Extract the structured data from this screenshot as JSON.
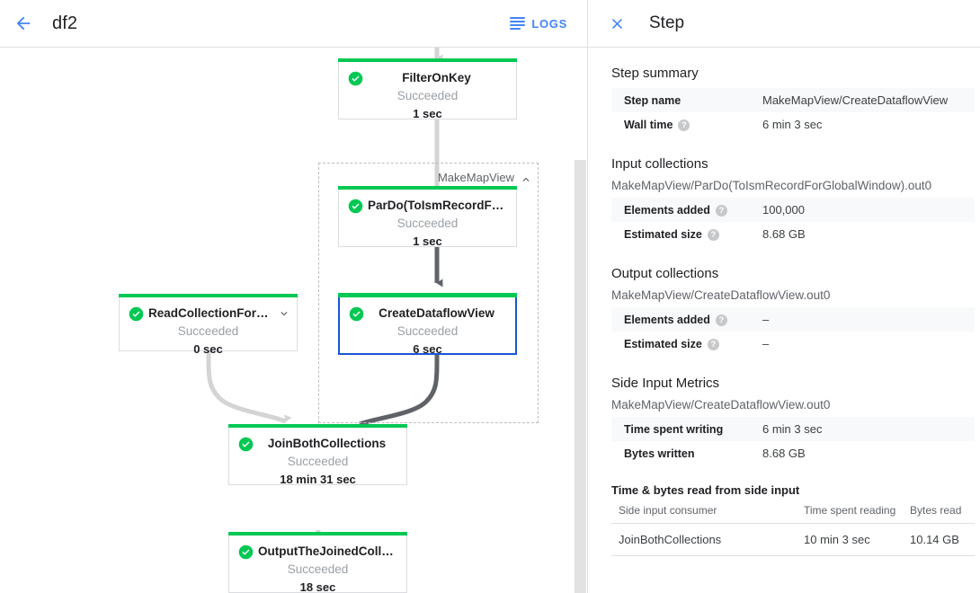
{
  "topbar": {
    "back_icon": "arrow-back-icon",
    "job_title": "df2",
    "logs_label": "LOGS",
    "logs_icon": "subject-lines-icon"
  },
  "graph": {
    "group": {
      "label": "MakeMapView",
      "caret_icon": "chevron-up-icon"
    },
    "nodes": [
      {
        "id": "filter-on-key",
        "name": "FilterOnKey",
        "status": "Succeeded",
        "duration": "1 sec",
        "status_icon": "check-circle-icon",
        "selected": false
      },
      {
        "id": "pardo-toismrecord",
        "name": "ParDo(ToIsmRecordFor…",
        "status": "Succeeded",
        "duration": "1 sec",
        "status_icon": "check-circle-icon",
        "selected": false
      },
      {
        "id": "create-dataflow-view",
        "name": "CreateDataflowView",
        "status": "Succeeded",
        "duration": "6 sec",
        "status_icon": "check-circle-icon",
        "selected": true
      },
      {
        "id": "read-collection-for-join",
        "name": "ReadCollectionForJoin",
        "status": "Succeeded",
        "duration": "0 sec",
        "status_icon": "check-circle-icon",
        "expander_icon": "chevron-down-icon",
        "selected": false
      },
      {
        "id": "join-both-collections",
        "name": "JoinBothCollections",
        "status": "Succeeded",
        "duration": "18 min 31 sec",
        "status_icon": "check-circle-icon",
        "selected": false
      },
      {
        "id": "output-the-joined-collection",
        "name": "OutputTheJoinedCollec…",
        "status": "Succeeded",
        "duration": "18 sec",
        "status_icon": "check-circle-icon",
        "selected": false
      }
    ]
  },
  "panel": {
    "close_icon": "close-icon",
    "title": "Step",
    "step_summary": {
      "heading": "Step summary",
      "rows": [
        {
          "key": "Step name",
          "help": false,
          "value": "MakeMapView/CreateDataflowView"
        },
        {
          "key": "Wall time",
          "help": true,
          "value": "6 min 3 sec"
        }
      ]
    },
    "input_collections": {
      "heading": "Input collections",
      "collection": "MakeMapView/ParDo(ToIsmRecordForGlobalWindow).out0",
      "rows": [
        {
          "key": "Elements added",
          "help": true,
          "value": "100,000"
        },
        {
          "key": "Estimated size",
          "help": true,
          "value": "8.68 GB"
        }
      ]
    },
    "output_collections": {
      "heading": "Output collections",
      "collection": "MakeMapView/CreateDataflowView.out0",
      "rows": [
        {
          "key": "Elements added",
          "help": true,
          "value": "–"
        },
        {
          "key": "Estimated size",
          "help": true,
          "value": "–"
        }
      ]
    },
    "side_input_metrics": {
      "heading": "Side Input Metrics",
      "collection": "MakeMapView/CreateDataflowView.out0",
      "rows": [
        {
          "key": "Time spent writing",
          "help": false,
          "value": "6 min 3 sec"
        },
        {
          "key": "Bytes written",
          "help": false,
          "value": "8.68 GB"
        }
      ],
      "sub_heading": "Time & bytes read from side input",
      "table": {
        "columns": [
          "Side input consumer",
          "Time spent reading",
          "Bytes read"
        ],
        "rows": [
          [
            "JoinBothCollections",
            "10 min 3 sec",
            "10.14 GB"
          ]
        ]
      }
    },
    "help_glyph": "?"
  },
  "colors": {
    "accent": "#4285f4",
    "success": "#00c853",
    "selected_border": "#1a56d6",
    "edge_light": "#d4d4d4",
    "edge_dark": "#5f6368"
  }
}
